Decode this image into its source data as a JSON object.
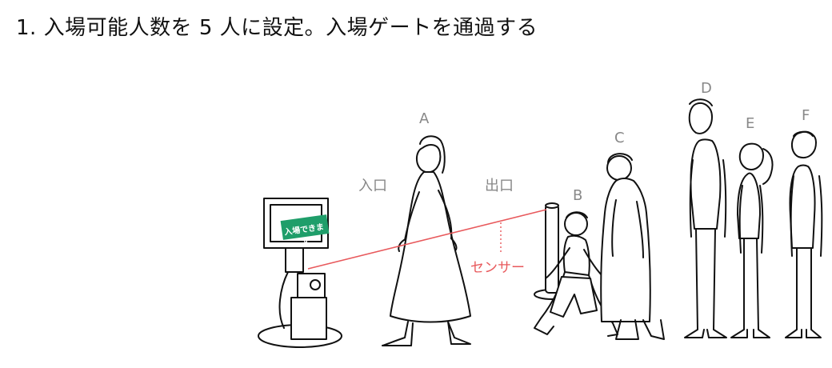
{
  "title": "1. 入場可能人数を 5 人に設定。入場ゲートを通過する",
  "labels": {
    "entrance": "入口",
    "exit": "出口",
    "sensor": "センサー",
    "screen": "入場できます"
  },
  "people": [
    "A",
    "B",
    "C",
    "D",
    "E",
    "F"
  ],
  "colors": {
    "sensor": "#e8595c",
    "label": "#888888",
    "screen": "#1f9e6a",
    "line": "#111111"
  }
}
